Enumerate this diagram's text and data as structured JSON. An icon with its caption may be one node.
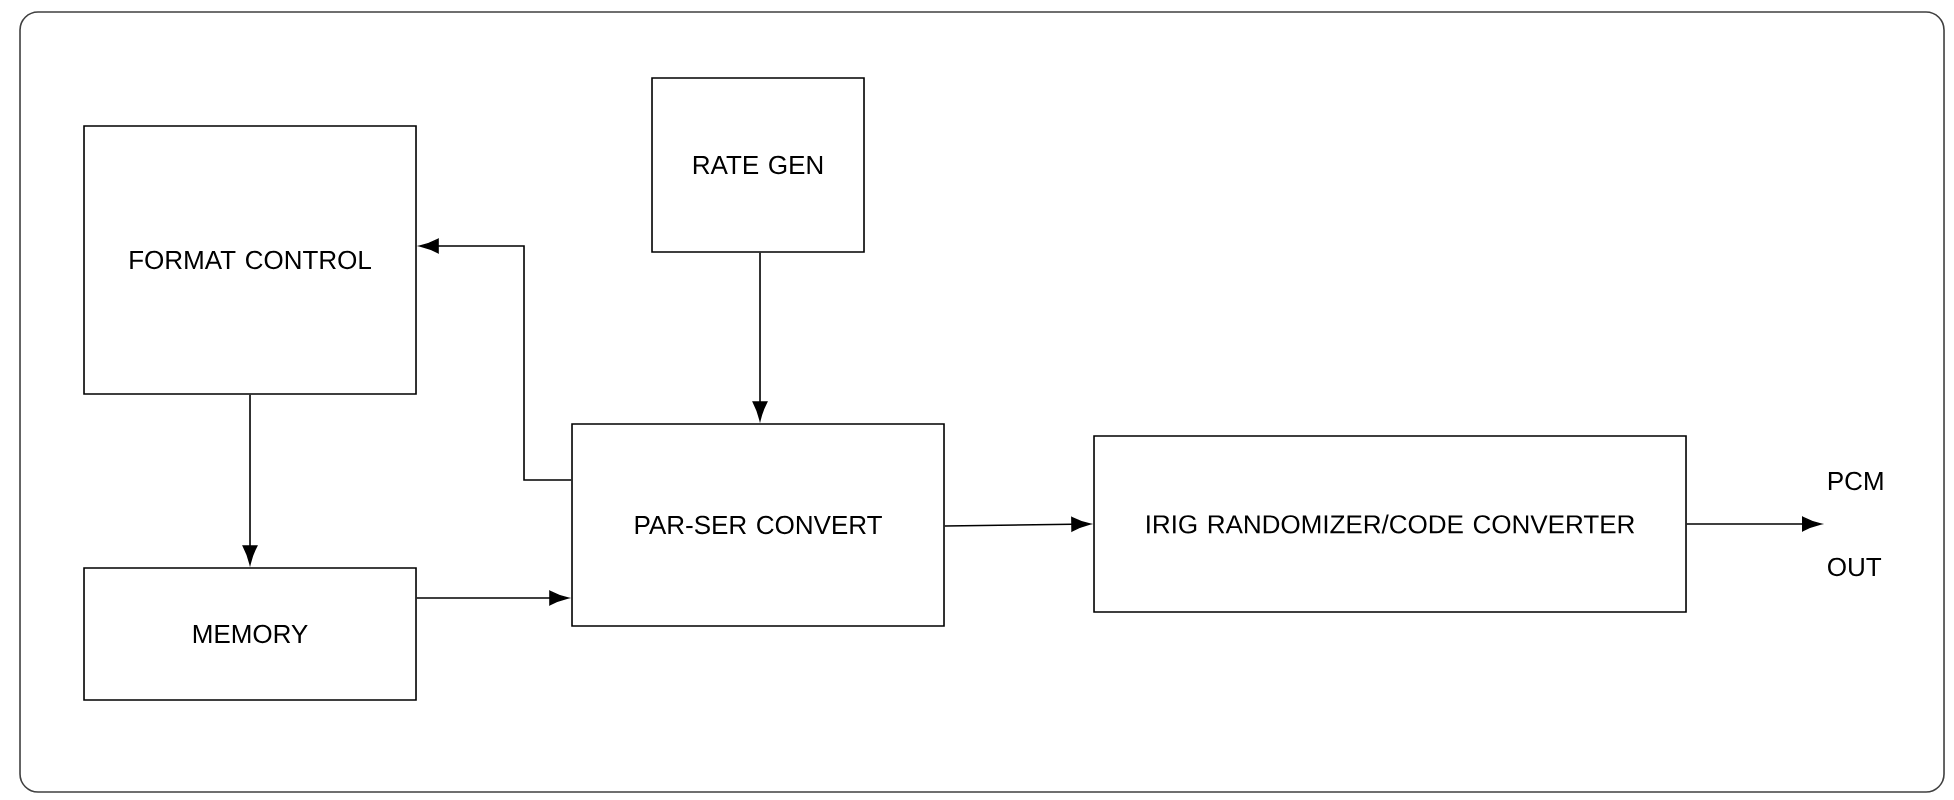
{
  "diagram": {
    "nodes": [
      {
        "text": [
          "RATE GEN"
        ]
      },
      {
        "text": [
          "FORMAT CONTROL"
        ]
      },
      {
        "text": [
          "PAR-SER CONVERT"
        ]
      },
      {
        "text": [
          "MEMORY"
        ]
      },
      {
        "text": [
          "IRIG RANDOMIZER/CODE CONVERTER"
        ]
      },
      {
        "text": [
          "PCM OUT"
        ]
      }
    ],
    "edges": [
      {
        "from": 2,
        "to": 1,
        "arrow": "to"
      },
      {
        "from": 0,
        "to": 2,
        "arrow": "to"
      },
      {
        "from": 1,
        "to": 3,
        "arrow": "to"
      },
      {
        "from": 3,
        "to": 2,
        "arrow": "to"
      },
      {
        "from": 2,
        "to": 4,
        "arrow": "to"
      },
      {
        "from": 4,
        "to": 5,
        "arrow": "to"
      }
    ]
  }
}
